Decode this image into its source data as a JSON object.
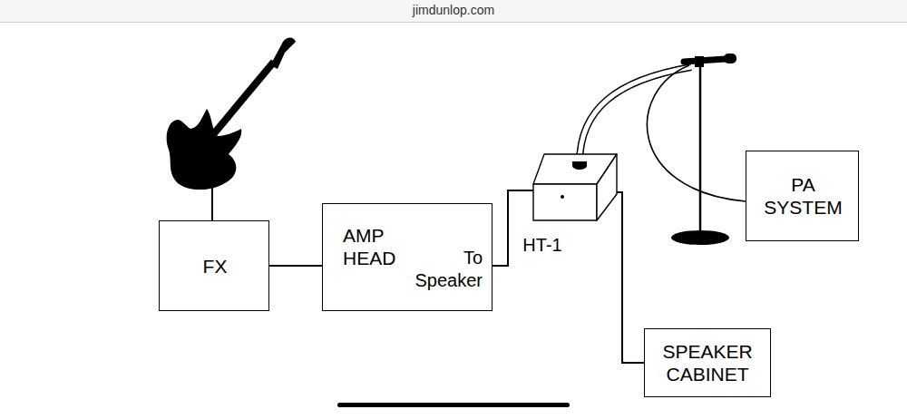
{
  "diagram": {
    "nodes": [
      {
        "text": [
          "FX"
        ]
      },
      {
        "text": [
          "AMP HEAD",
          "To Speaker"
        ]
      },
      {
        "text": [
          "HT-1"
        ]
      },
      {
        "text": [
          "PA SYSTEM"
        ]
      },
      {
        "text": [
          "SPEAKER CABINET"
        ]
      }
    ],
    "edges": [
      {
        "from": 0,
        "to": 1,
        "arrow": "none"
      },
      {
        "from": 1,
        "to": 2,
        "arrow": "none"
      },
      {
        "from": 2,
        "to": 4,
        "arrow": "none"
      }
    ],
    "labels": [
      "jimdunlop.com"
    ]
  }
}
